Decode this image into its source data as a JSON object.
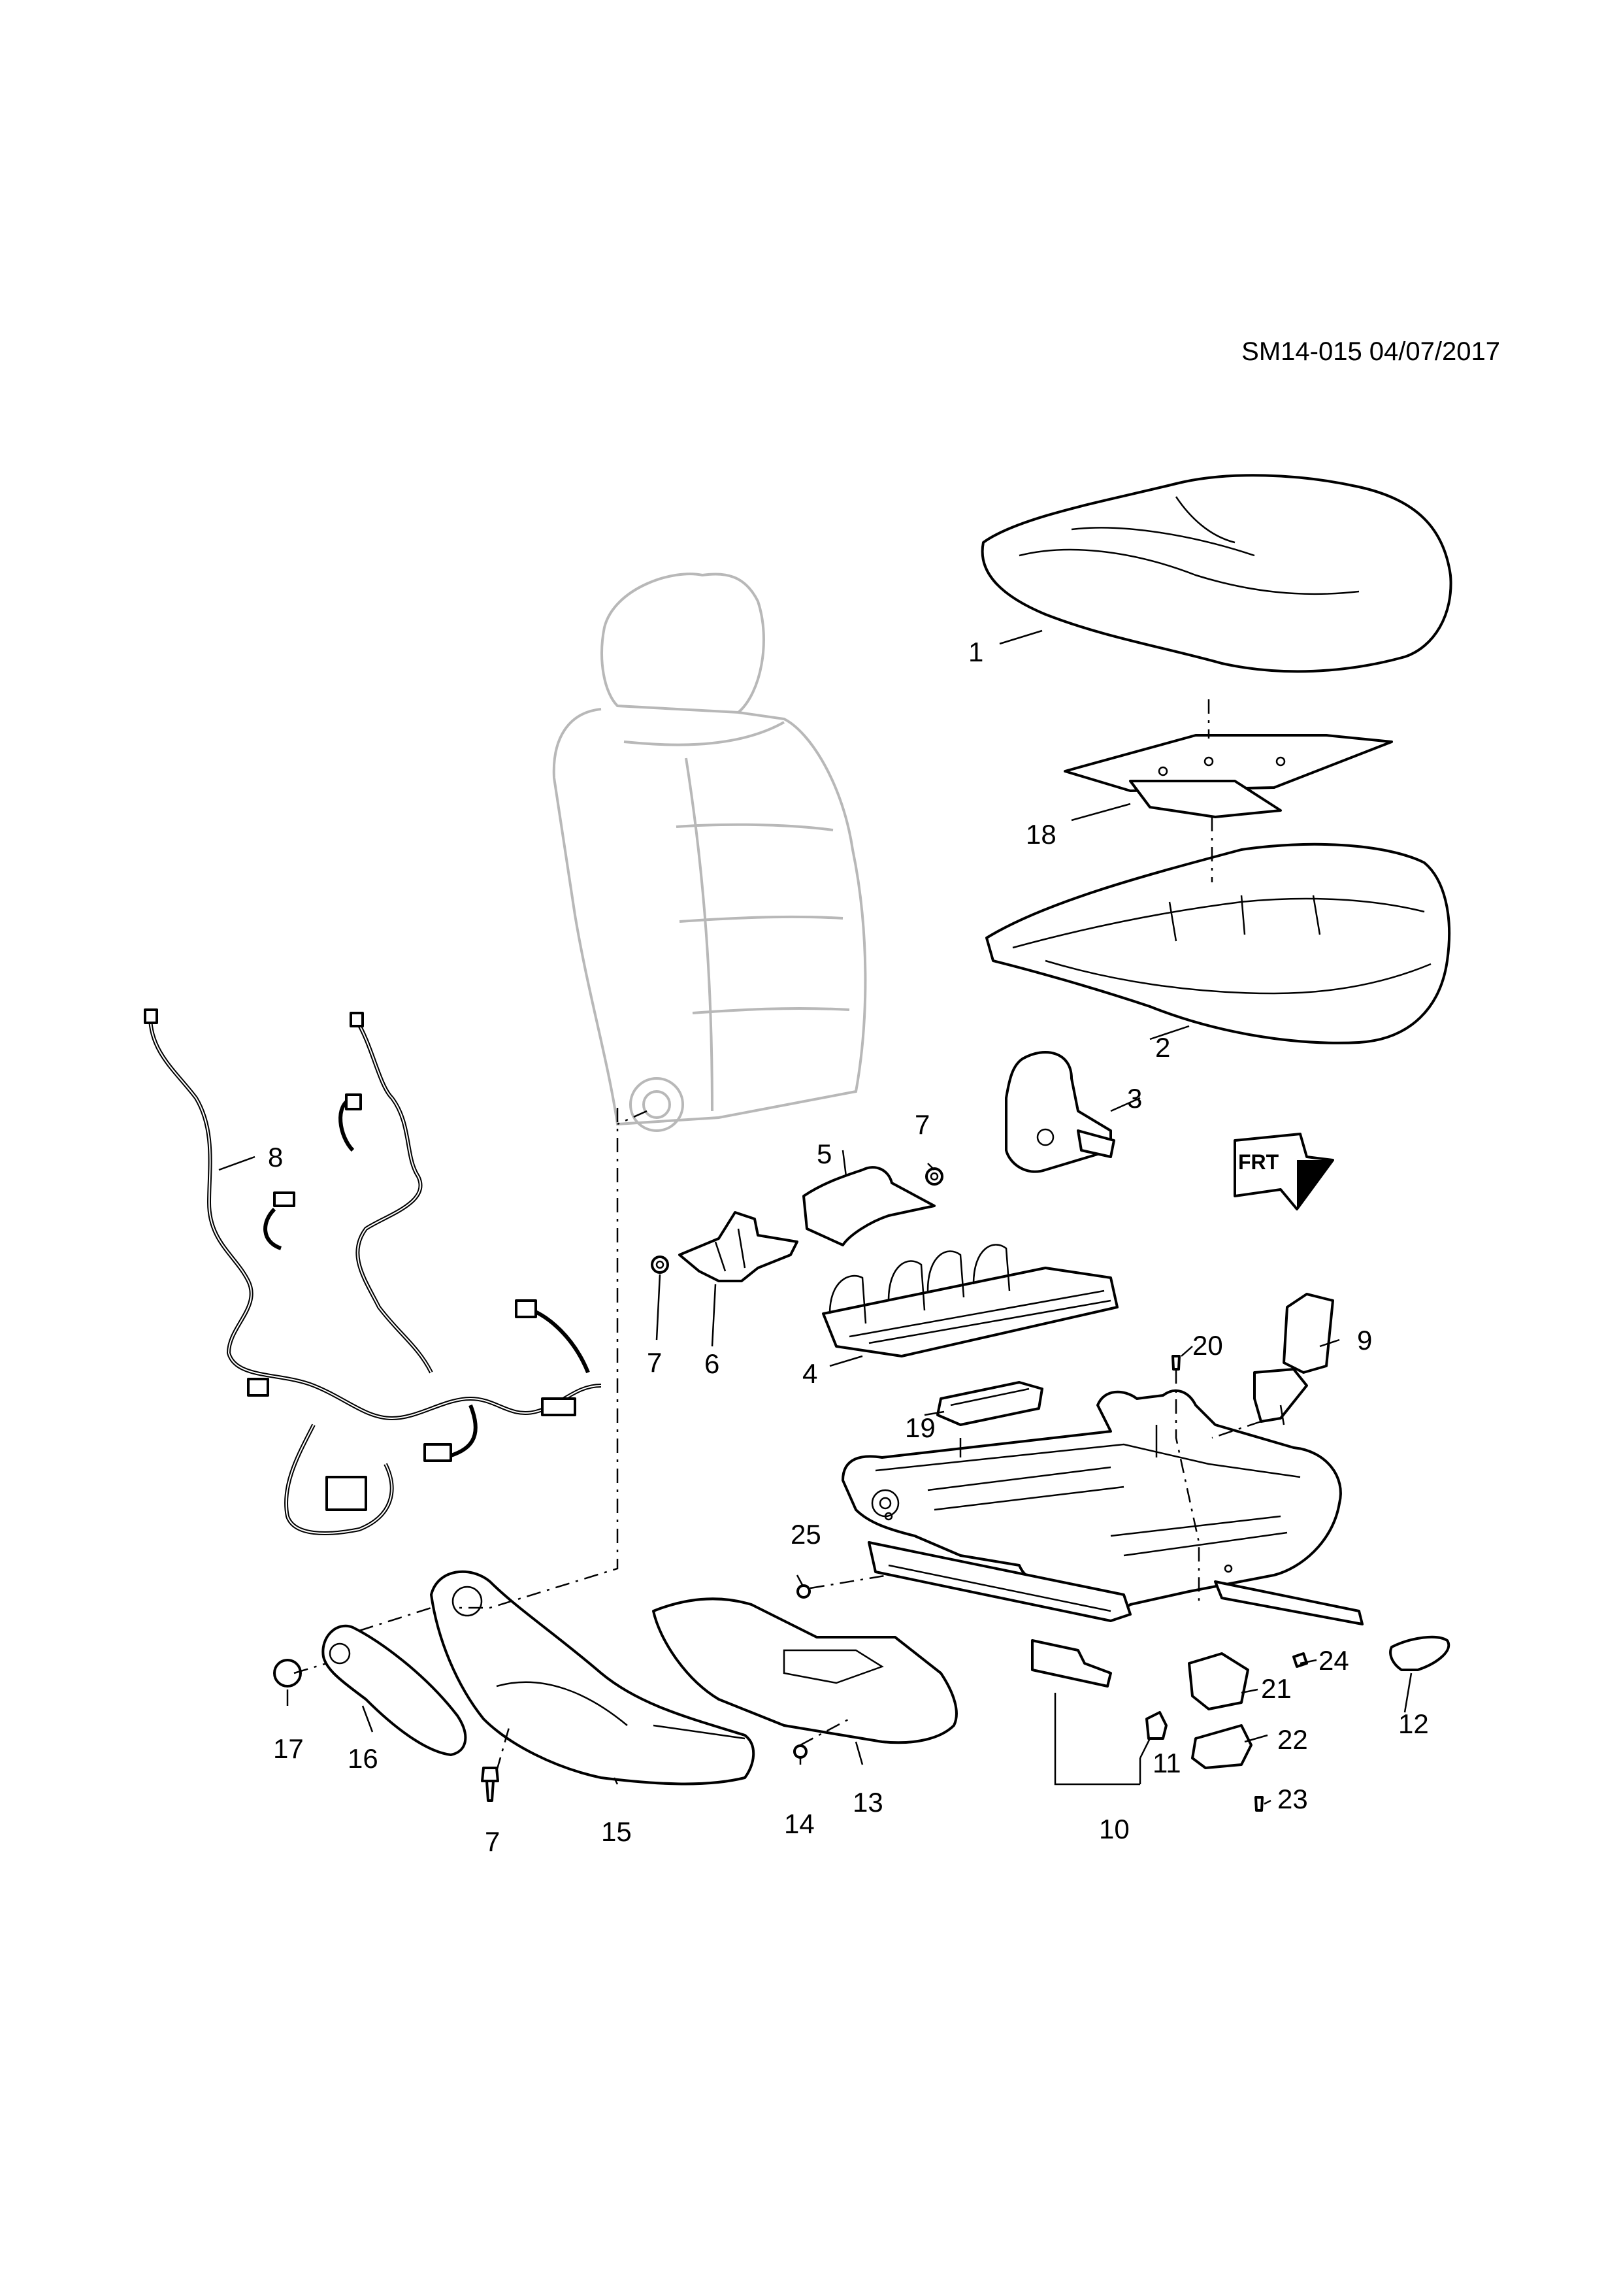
{
  "header": {
    "document_id": "SM14-015 04/07/2017"
  },
  "callouts": [
    {
      "id": "1",
      "label": "1"
    },
    {
      "id": "2",
      "label": "2"
    },
    {
      "id": "3",
      "label": "3"
    },
    {
      "id": "4",
      "label": "4"
    },
    {
      "id": "5",
      "label": "5"
    },
    {
      "id": "6",
      "label": "6"
    },
    {
      "id": "7a",
      "label": "7"
    },
    {
      "id": "7b",
      "label": "7"
    },
    {
      "id": "7c",
      "label": "7"
    },
    {
      "id": "8",
      "label": "8"
    },
    {
      "id": "9",
      "label": "9"
    },
    {
      "id": "10",
      "label": "10"
    },
    {
      "id": "11",
      "label": "11"
    },
    {
      "id": "12",
      "label": "12"
    },
    {
      "id": "13",
      "label": "13"
    },
    {
      "id": "14",
      "label": "14"
    },
    {
      "id": "15",
      "label": "15"
    },
    {
      "id": "16",
      "label": "16"
    },
    {
      "id": "17",
      "label": "17"
    },
    {
      "id": "18",
      "label": "18"
    },
    {
      "id": "19",
      "label": "19"
    },
    {
      "id": "20",
      "label": "20"
    },
    {
      "id": "21",
      "label": "21"
    },
    {
      "id": "22",
      "label": "22"
    },
    {
      "id": "23",
      "label": "23"
    },
    {
      "id": "24",
      "label": "24"
    },
    {
      "id": "25",
      "label": "25"
    }
  ],
  "front_indicator": {
    "label": "FRT",
    "icon": "front-direction-arrow-icon"
  }
}
